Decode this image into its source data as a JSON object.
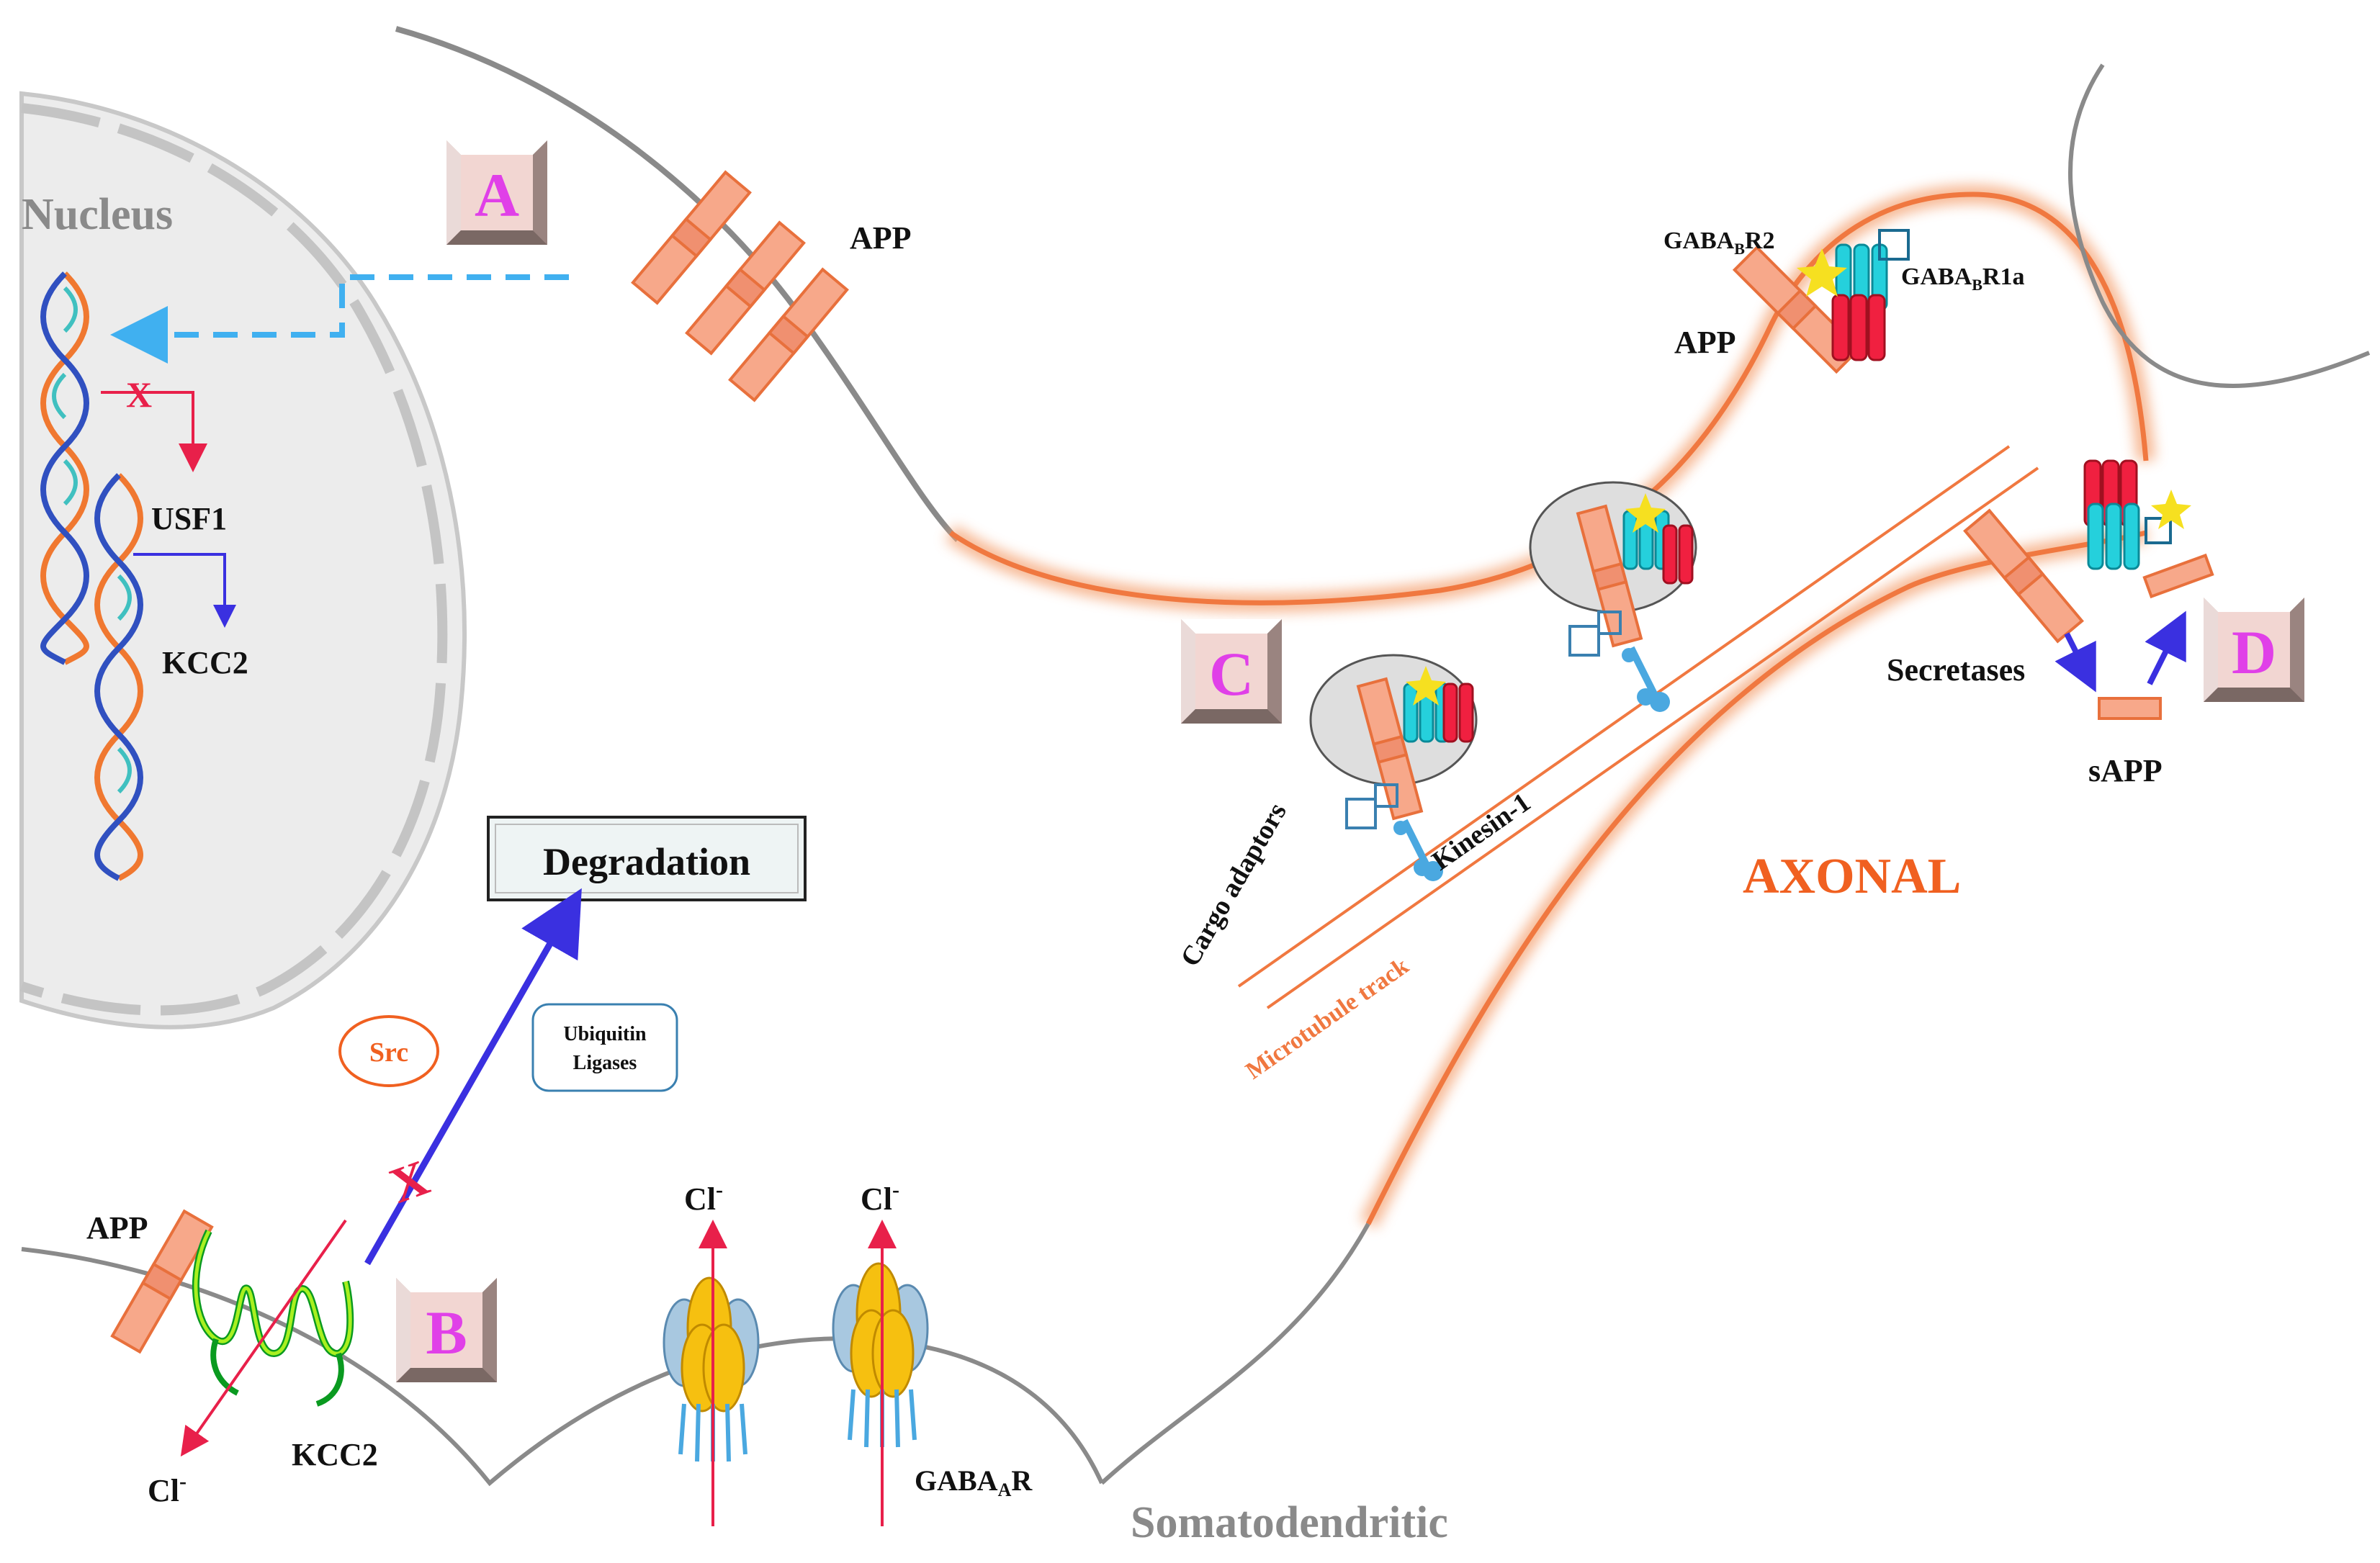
{
  "labels": {
    "nucleus": "Nucleus",
    "app_membrane": "APP",
    "gaba_b_r2": "GABABR2",
    "gaba_b_r2_main": "GABA",
    "gaba_b_r2_sub": "B",
    "gaba_b_r2_tail": "R2",
    "gaba_b_r1a_main": "GABA",
    "gaba_b_r1a_sub": "B",
    "gaba_b_r1a_tail": "R1a",
    "app_axon": "APP",
    "usf1": "USF1",
    "kcc2_nucleus": "KCC2",
    "degradation": "Degradation",
    "src": "Src",
    "ubiquitin_line1": "Ubiquitin",
    "ubiquitin_line2": "Ligases",
    "cargo_adaptors": "Cargo adaptors",
    "kinesin": "Kinesin-1",
    "microtubule_track": "Microtubule track",
    "axonal": "AXONAL",
    "secretases": "Secretases",
    "sapp": "sAPP",
    "app_b": "APP",
    "kcc2_b": "KCC2",
    "cl_left": "Cl",
    "cl_gaba1": "Cl",
    "cl_gaba2": "Cl",
    "gaba_a_r_main": "GABA",
    "gaba_a_r_sub": "A",
    "gaba_a_r_tail": "R",
    "somatodendritic": "Somatodendritic",
    "cl_superscript": "-",
    "x_mark": "X"
  },
  "panels": {
    "a": "A",
    "b": "B",
    "c": "C",
    "d": "D"
  },
  "colors": {
    "panel_letter": "#e040e8",
    "panel_face": "#f2d6d2",
    "app": "#f7a88a",
    "app_stroke": "#e8703c",
    "axon_glow": "#f4a070",
    "membrane_gray": "#8a8a8a",
    "nucleus_fill": "#ececec",
    "gaba_b_r2": "#25d0dc",
    "gaba_b_r1a": "#f02040",
    "ligand_yellow": "#f6e020",
    "kcc2_green": "#a8f020",
    "kinesin_blue": "#4aa8e0",
    "arrow_blue": "#3a30e0",
    "arrow_red": "#e8204a",
    "dashed_blue": "#40b0f0",
    "axonal_text": "#f06020",
    "gray_text": "#8a8a8a"
  }
}
